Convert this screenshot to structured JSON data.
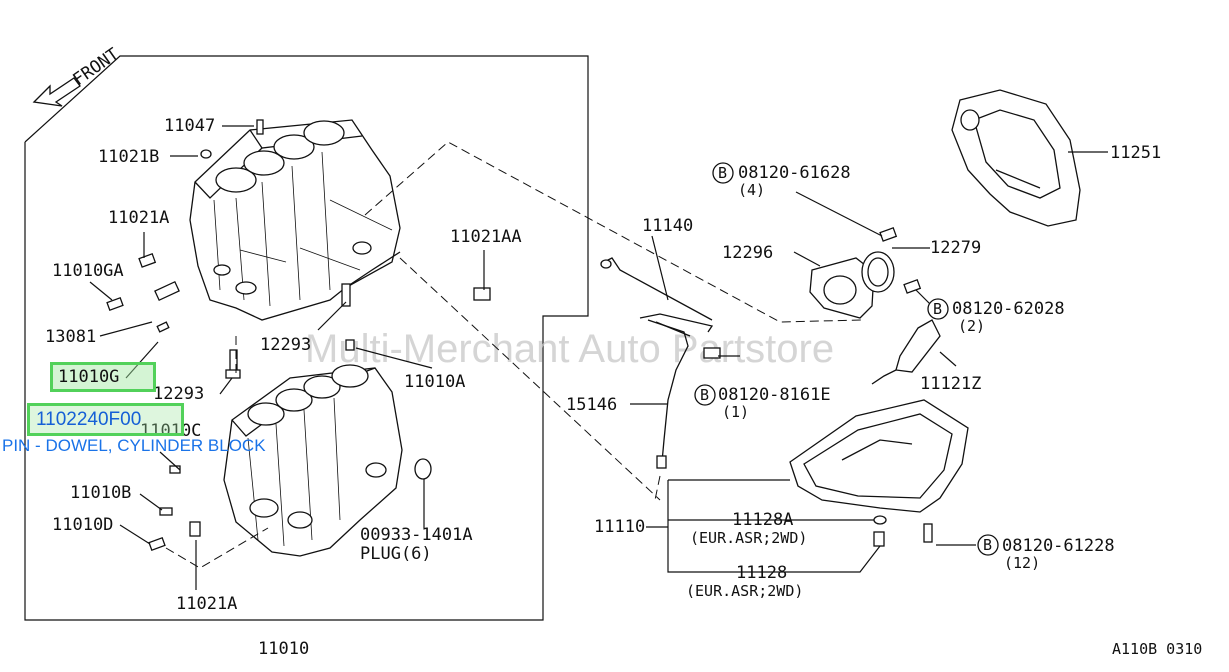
{
  "direction_label": "FRONT",
  "watermark": "Multi-Merchant Auto Partstore",
  "diagram_code": "A110B 0310",
  "highlight": {
    "part_label": "11010G",
    "part_number": "1102240F00",
    "description": "PIN - DOWEL, CYLINDER BLOCK"
  },
  "labels": {
    "l11047": "11047",
    "l11021B": "11021B",
    "l11021A_upper": "11021A",
    "l11010GA": "11010GA",
    "l13081": "13081",
    "l12293_a": "12293",
    "l12293_b": "12293",
    "l11021AA": "11021AA",
    "l11010A": "11010A",
    "l11010C": "11010C",
    "l11010B": "11010B",
    "l11010D": "11010D",
    "l11021A_lower": "11021A",
    "l00933": "00933-1401A",
    "lplug": "PLUG(6)",
    "l11010": "11010",
    "l11140": "11140",
    "l15146": "15146",
    "l12296": "12296",
    "l12279": "12279",
    "l11251": "11251",
    "l11121Z": "11121Z",
    "l11110": "11110",
    "l11128A": "11128A",
    "l11128A_note": "(EUR.ASR;2WD)",
    "l11128": "11128",
    "l11128_note": "(EUR.ASR;2WD)",
    "b1_num": "08120-61628",
    "b1_qty": "(4)",
    "b2_num": "08120-62028",
    "b2_qty": "(2)",
    "b3_num": "08120-8161E",
    "b3_qty": "(1)",
    "b4_num": "08120-61228",
    "b4_qty": "(12)",
    "bolt_marker": "B"
  }
}
